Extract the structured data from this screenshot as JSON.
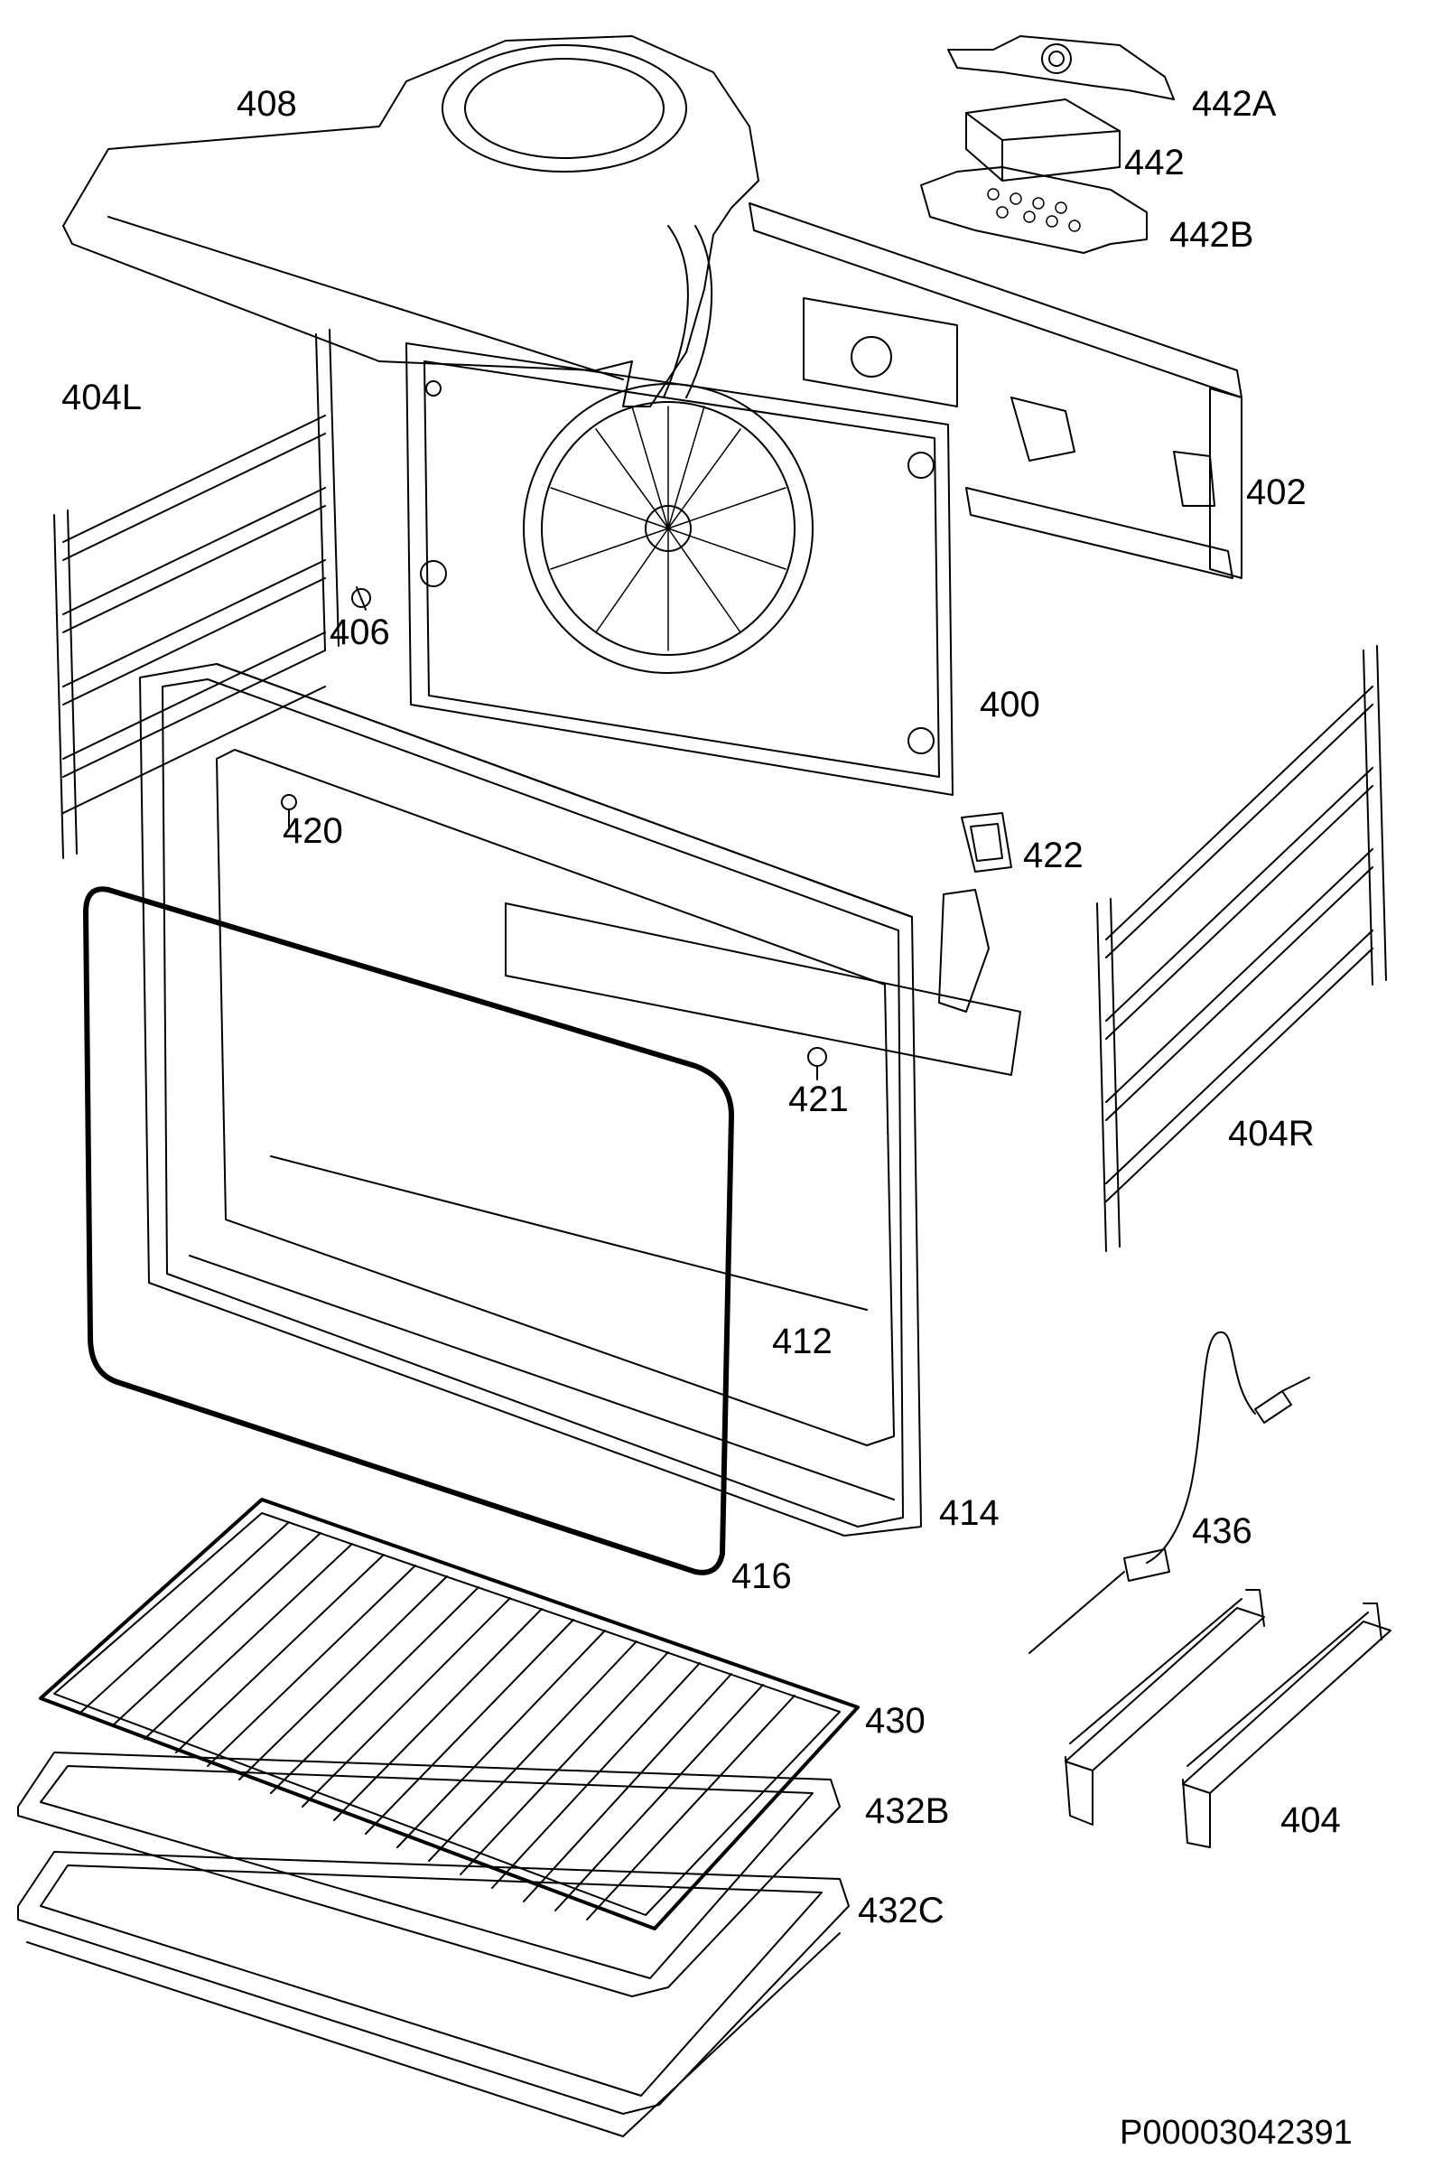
{
  "diagram": {
    "labels": {
      "p408": "408",
      "p442A": "442A",
      "p442": "442",
      "p442B": "442B",
      "p404L": "404L",
      "p402": "402",
      "p406": "406",
      "p400": "400",
      "p420": "420",
      "p422": "422",
      "p421": "421",
      "p404R": "404R",
      "p412": "412",
      "p414": "414",
      "p416": "416",
      "p436": "436",
      "p430": "430",
      "p432B": "432B",
      "p404": "404",
      "p432C": "432C"
    },
    "document_code": "P00003042391"
  }
}
